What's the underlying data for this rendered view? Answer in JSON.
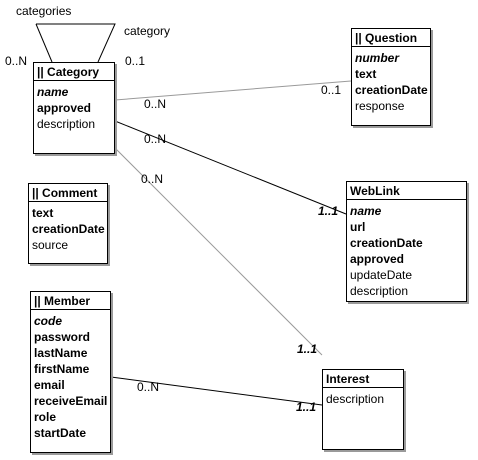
{
  "self_association": {
    "role_left": "categories",
    "role_right": "category",
    "mult_left": "0..N",
    "mult_right": "0..1"
  },
  "classes": {
    "category": {
      "title": "|| Category",
      "attrs": [
        "name",
        "approved",
        "description"
      ]
    },
    "question": {
      "title": "|| Question",
      "attrs": [
        "number",
        "text",
        "creationDate",
        "response"
      ]
    },
    "comment": {
      "title": "|| Comment",
      "attrs": [
        "text",
        "creationDate",
        "source"
      ]
    },
    "weblink": {
      "title": "WebLink",
      "attrs": [
        "name",
        "url",
        "creationDate",
        "approved",
        "updateDate",
        "description"
      ]
    },
    "member": {
      "title": "|| Member",
      "attrs": [
        "code",
        "password",
        "lastName",
        "firstName",
        "email",
        "receiveEmail",
        "role",
        "startDate"
      ]
    },
    "interest": {
      "title": "Interest",
      "attrs": [
        "description"
      ]
    }
  },
  "associations": {
    "category_question": {
      "near_source": "0..N",
      "near_target": "0..1"
    },
    "category_weblink": {
      "near_source": "0..N",
      "near_target": "1..1"
    },
    "category_interest": {
      "near_source": "0..N",
      "near_target": "1..1"
    },
    "member_interest": {
      "near_source": "0..N",
      "near_target": "1..1"
    }
  },
  "colors": {
    "line": "#000000",
    "light_line": "#9a9a9a",
    "shadow": "#9a9a9a"
  }
}
